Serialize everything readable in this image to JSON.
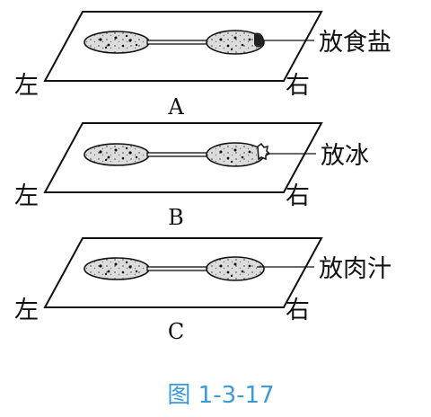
{
  "panels": [
    {
      "letter": "A",
      "left": "左",
      "right": "右",
      "treatment": "放食盐"
    },
    {
      "letter": "B",
      "left": "左",
      "right": "右",
      "treatment": "放冰"
    },
    {
      "letter": "C",
      "left": "左",
      "right": "右",
      "treatment": "放肉汁"
    }
  ],
  "figure_caption": "图 1-3-17",
  "colors": {
    "ink": "#111111",
    "caption": "#3a9bd6",
    "culture_fill": "#dcdcdc"
  }
}
